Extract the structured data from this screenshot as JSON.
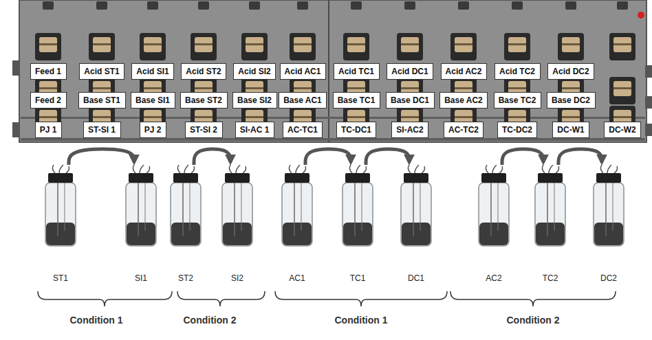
{
  "diagram": {
    "nodes": [
      {
        "text": [
          "Feed 1"
        ]
      },
      {
        "text": [
          "Acid ST1"
        ]
      },
      {
        "text": [
          "Acid SI1"
        ]
      },
      {
        "text": [
          "Acid ST2"
        ]
      },
      {
        "text": [
          "Acid SI2"
        ]
      },
      {
        "text": [
          "Acid AC1"
        ]
      },
      {
        "text": [
          "Acid TC1"
        ]
      },
      {
        "text": [
          "Acid DC1"
        ]
      },
      {
        "text": [
          "Acid AC2"
        ]
      },
      {
        "text": [
          "Acid TC2"
        ]
      },
      {
        "text": [
          "Acid DC2"
        ]
      },
      {
        "text": [
          "Feed 2"
        ]
      },
      {
        "text": [
          "Base ST1"
        ]
      },
      {
        "text": [
          "Base SI1"
        ]
      },
      {
        "text": [
          "Base ST2"
        ]
      },
      {
        "text": [
          "Base SI2"
        ]
      },
      {
        "text": [
          "Base AC1"
        ]
      },
      {
        "text": [
          "Base TC1"
        ]
      },
      {
        "text": [
          "Base DC1"
        ]
      },
      {
        "text": [
          "Base AC2"
        ]
      },
      {
        "text": [
          "Base TC2"
        ]
      },
      {
        "text": [
          "Base DC2"
        ]
      },
      {
        "text": [
          "PJ 1"
        ]
      },
      {
        "text": [
          "ST-SI 1"
        ]
      },
      {
        "text": [
          "PJ 2"
        ]
      },
      {
        "text": [
          "ST-SI 2"
        ]
      },
      {
        "text": [
          "SI-AC 1"
        ]
      },
      {
        "text": [
          "AC-TC1"
        ]
      },
      {
        "text": [
          "TC-DC1"
        ]
      },
      {
        "text": [
          "SI-AC2"
        ]
      },
      {
        "text": [
          "AC-TC2"
        ]
      },
      {
        "text": [
          "TC-DC2"
        ]
      },
      {
        "text": [
          "DC-W1"
        ]
      },
      {
        "text": [
          "DC-W2"
        ]
      },
      {
        "text": [
          "ST1"
        ]
      },
      {
        "text": [
          "SI1"
        ]
      },
      {
        "text": [
          "ST2"
        ]
      },
      {
        "text": [
          "SI2"
        ]
      },
      {
        "text": [
          "AC1"
        ]
      },
      {
        "text": [
          "TC1"
        ]
      },
      {
        "text": [
          "DC1"
        ]
      },
      {
        "text": [
          "AC2"
        ]
      },
      {
        "text": [
          "TC2"
        ]
      },
      {
        "text": [
          "DC2"
        ]
      }
    ],
    "edges": [
      {
        "from": 34,
        "to": 35,
        "arrow": "to"
      },
      {
        "from": 36,
        "to": 37,
        "arrow": "to"
      },
      {
        "from": 38,
        "to": 39,
        "arrow": "to"
      },
      {
        "from": 39,
        "to": 40,
        "arrow": "to"
      },
      {
        "from": 41,
        "to": 42,
        "arrow": "to"
      },
      {
        "from": 42,
        "to": 43,
        "arrow": "to"
      }
    ],
    "labels": [
      "Condition 1",
      "Condition 2",
      "Condition 1",
      "Condition 2"
    ]
  }
}
